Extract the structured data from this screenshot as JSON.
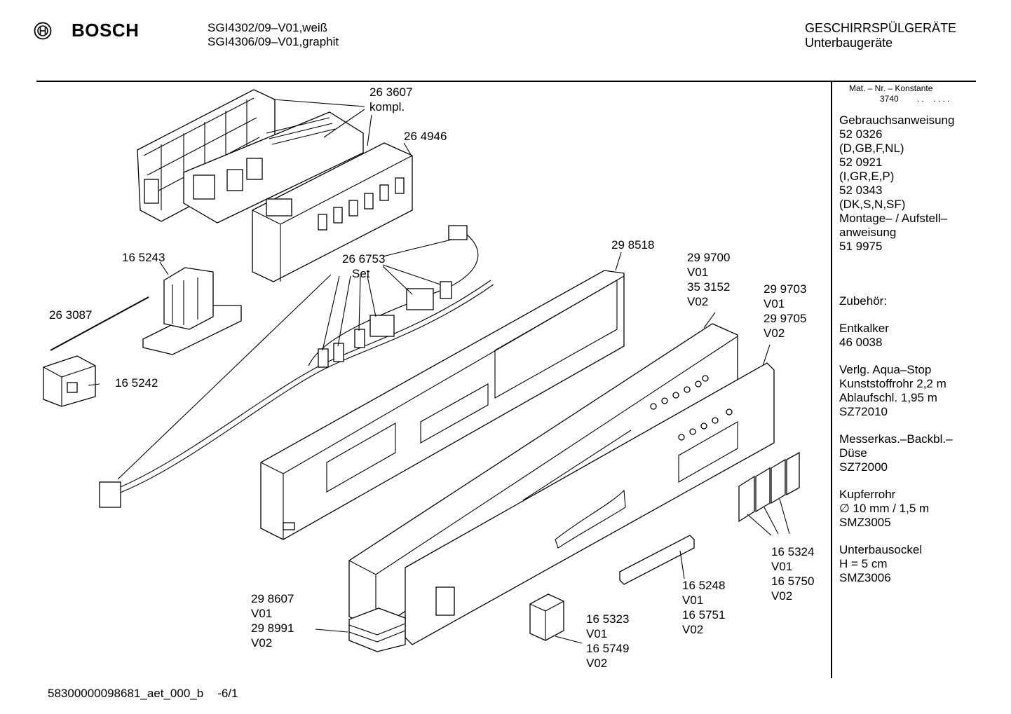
{
  "header": {
    "brand": "BOSCH",
    "models": [
      "SGI4302/09–V01,weiß",
      "SGI4306/09–V01,graphit"
    ],
    "category": [
      "GESCHIRRSPÜLGERÄTE",
      "Unterbaugeräte"
    ]
  },
  "side": {
    "mat_label": "Mat. – Nr. – Konstante",
    "mat_value": "3740",
    "mat_dots": ". .    . . . .",
    "blocks": [
      [
        "Gebrauchsanweisung",
        "52 0326",
        "(D,GB,F,NL)",
        "52 0921",
        "(I,GR,E,P)",
        "52 0343",
        "(DK,S,N,SF)",
        "Montage– / Aufstell–",
        "anweisung",
        "51 9975"
      ],
      [
        ""
      ],
      [
        "Zubehör:"
      ],
      [
        "Entkalker",
        "46 0038"
      ],
      [
        "Verlg. Aqua–Stop",
        "Kunststoffrohr 2,2 m",
        "Ablaufschl. 1,95 m",
        "SZ72010"
      ],
      [
        "Messerkas.–Backbl.–",
        "Düse",
        "SZ72000"
      ],
      [
        "Kupferrohr",
        "∅ 10 mm / 1,5 m",
        "SMZ3005"
      ],
      [
        "Unterbausockel",
        "H = 5 cm",
        "SMZ3006"
      ]
    ]
  },
  "callouts": [
    {
      "id": "c-263607",
      "lines": [
        "26 3607",
        "kompl."
      ]
    },
    {
      "id": "c-264946",
      "lines": [
        "26 4946"
      ]
    },
    {
      "id": "c-165243",
      "lines": [
        "16 5243"
      ]
    },
    {
      "id": "c-266753",
      "lines": [
        "26 6753",
        "Set"
      ]
    },
    {
      "id": "c-298518",
      "lines": [
        "29 8518"
      ]
    },
    {
      "id": "c-299700",
      "lines": [
        "29 9700",
        "V01",
        "35 3152",
        "V02"
      ]
    },
    {
      "id": "c-299703",
      "lines": [
        "29 9703",
        "V01",
        "29 9705",
        "V02"
      ]
    },
    {
      "id": "c-263087",
      "lines": [
        "26 3087"
      ]
    },
    {
      "id": "c-165242",
      "lines": [
        "16 5242"
      ]
    },
    {
      "id": "c-165324",
      "lines": [
        "16 5324",
        "V01",
        "16 5750",
        "V02"
      ]
    },
    {
      "id": "c-165248",
      "lines": [
        "16 5248",
        "V01",
        "16 5751",
        "V02"
      ]
    },
    {
      "id": "c-298607",
      "lines": [
        "29 8607",
        "V01",
        "29 8991",
        "V02"
      ]
    },
    {
      "id": "c-165323",
      "lines": [
        "16 5323",
        "V01",
        "16 5749",
        "V02"
      ]
    }
  ],
  "footer": {
    "code": "58300000098681_aet_000_b",
    "page": "-6/1"
  }
}
